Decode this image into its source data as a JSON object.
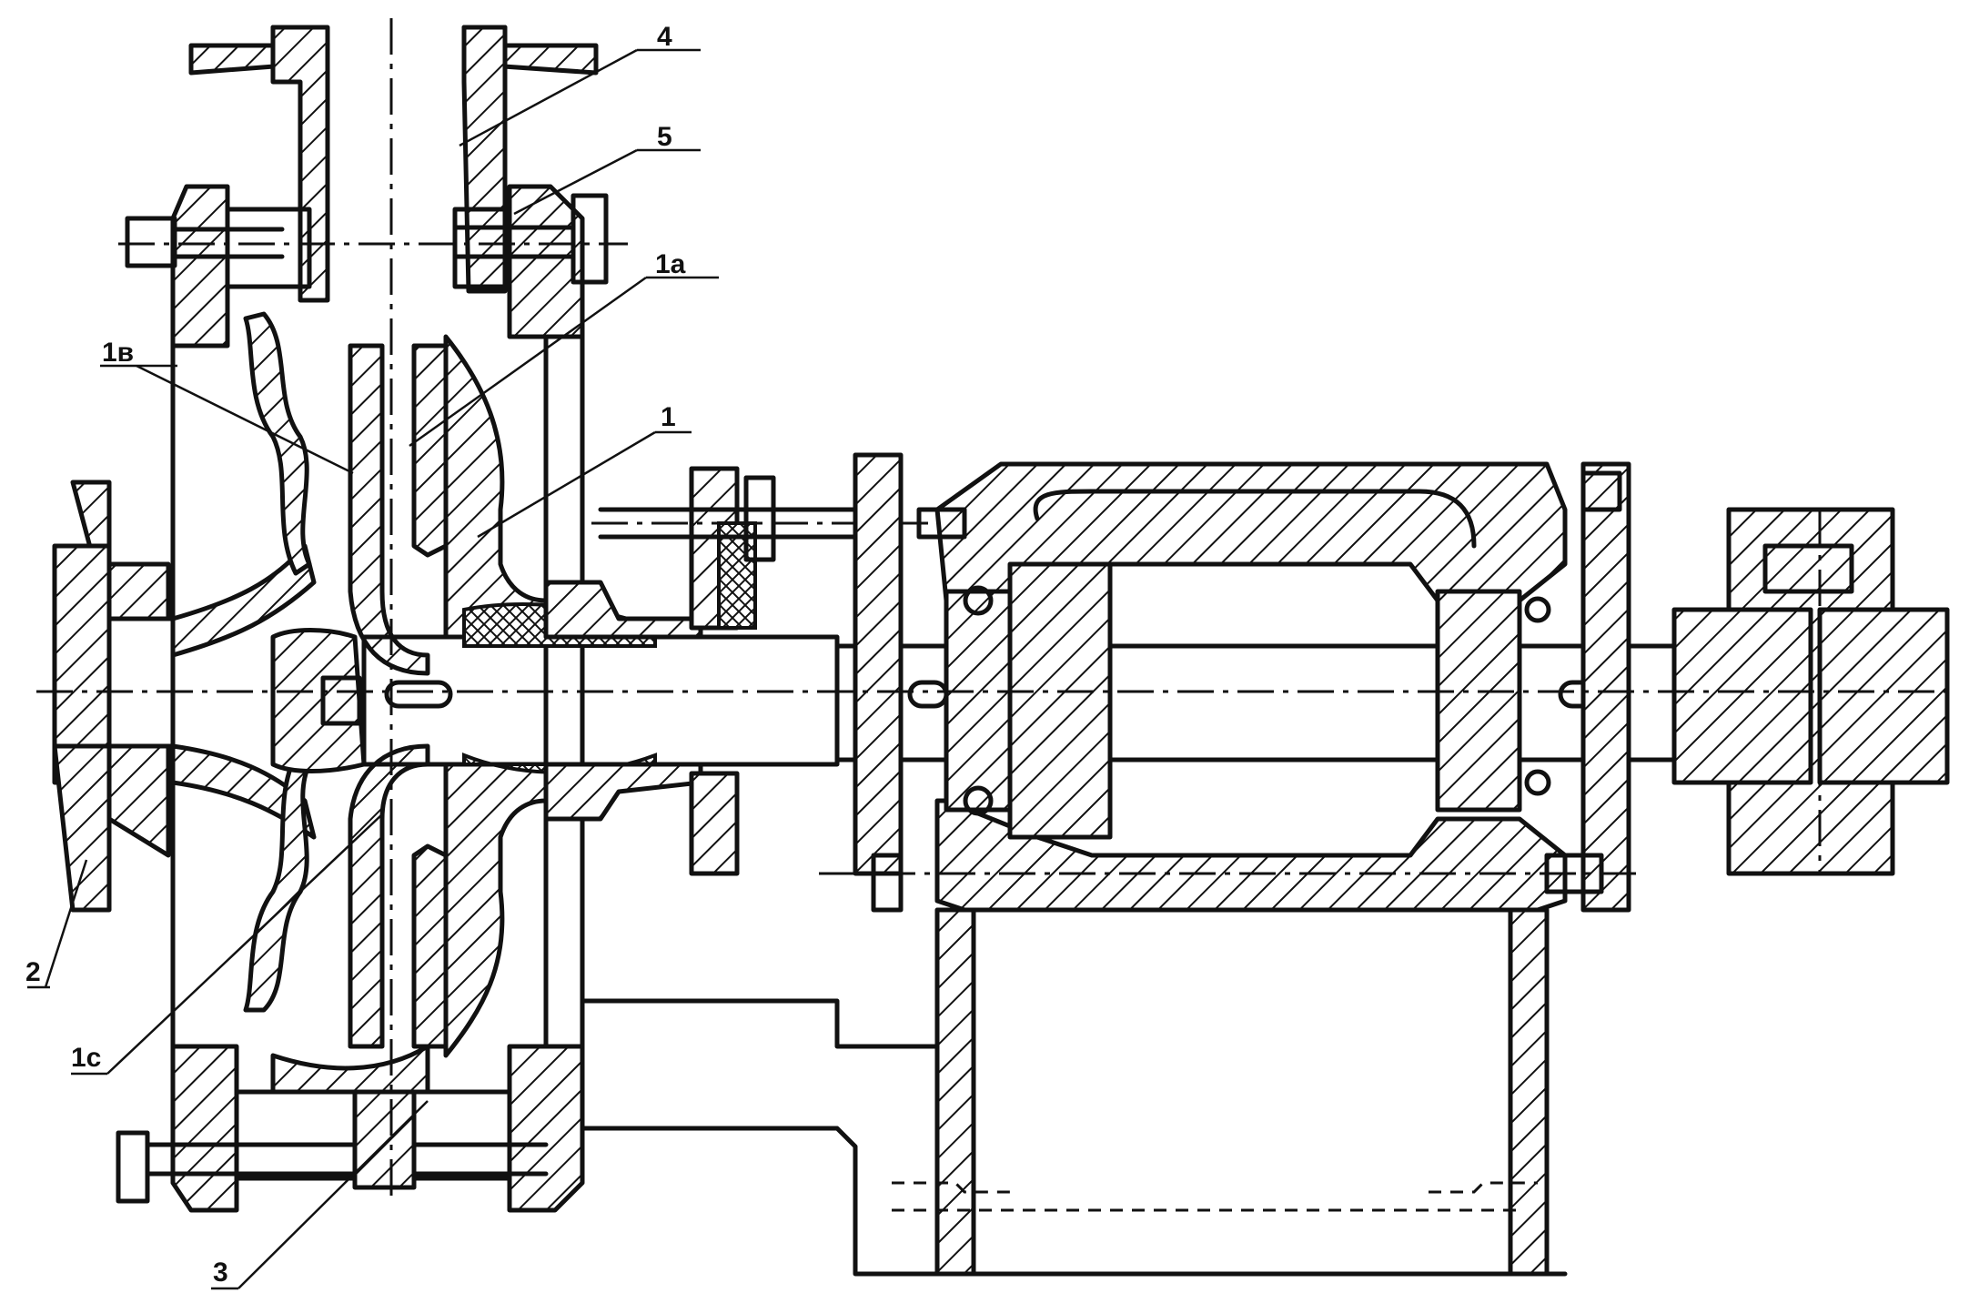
{
  "labels": {
    "l4": "4",
    "l5": "5",
    "l1a": "1a",
    "l1v": "1в",
    "l1": "1",
    "l2": "2",
    "l1c": "1c",
    "l3": "3"
  },
  "colors": {
    "ink": "#111111",
    "paper": "#ffffff"
  }
}
